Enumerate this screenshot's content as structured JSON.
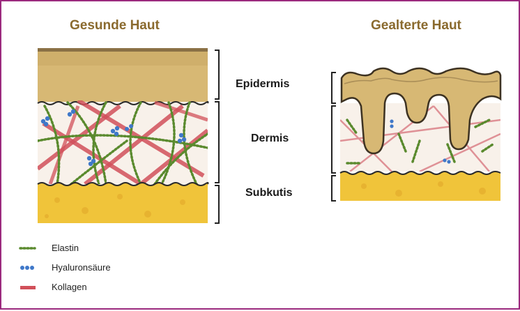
{
  "titles": {
    "healthy": "Gesunde Haut",
    "aged": "Gealterte  Haut"
  },
  "layers": {
    "epidermis": "Epidermis",
    "dermis": "Dermis",
    "subcutis": "Subkutis"
  },
  "legend": [
    {
      "label": "Elastin",
      "color": "#5a8a2e",
      "icon": "elastin-dots-icon"
    },
    {
      "label": "Hyaluronsäure",
      "color": "#3f78c9",
      "icon": "hyaluronic-dots-icon"
    },
    {
      "label": "Kollagen",
      "color": "#d1505a",
      "icon": "collagen-bar-icon"
    }
  ],
  "colors": {
    "frame": "#9b2a7e",
    "title": "#8a6a2e",
    "epidermis": "#d7b874",
    "dermis": "#f8f1ea",
    "subcutis": "#f0c43a",
    "elastin": "#5a8a2e",
    "hyaluronic": "#3f78c9",
    "collagen": "#d1505a"
  }
}
